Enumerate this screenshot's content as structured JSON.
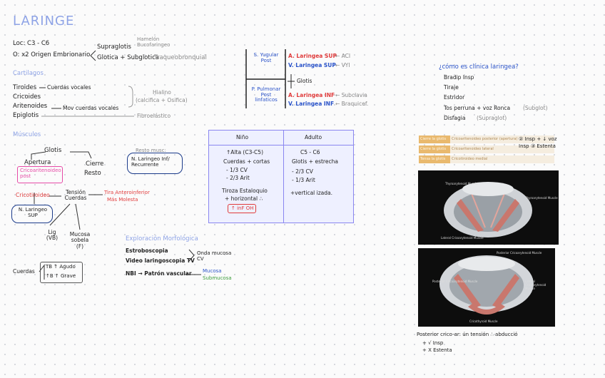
{
  "title": "LARINGE",
  "loc": "Loc: C3 - C6",
  "origen": "O: x2 Origen Embrionario",
  "origen_sup": "Supraglotis",
  "origen_sup_note": "Hamelón Bucofaringeo",
  "origen_inf": "Glotica + Subglotica",
  "origen_inf_note": "Traqueobronquial",
  "cartilagos": {
    "heading": "Cartilagos",
    "items": [
      "Tiroides",
      "Cricoides",
      "Aritenoides",
      "Epiglotis"
    ],
    "tiroides_note": "Cuerdas vocales",
    "aritenoides_note": "Mov cuerdas vocales",
    "hialino": "Hialino",
    "hialino_note": "(calcifica + Osifica)",
    "fibroelastico": "Fibroelástico"
  },
  "musculos": {
    "heading": "Músculos",
    "glotis": "Glotis",
    "apertura": "Apertura",
    "cricoaritenoideo": "Cricoaritenoideo post",
    "cierre": "Cierre",
    "resto": "Resto",
    "tension": "Tensión Cuerdas",
    "cricotiroideo": "Cricotiroideo",
    "tira_note_1": "Tira Anteroinferior",
    "tira_note_2": "Más Molesta",
    "laringeo_sup": "N. Laringeo SUP",
    "resto_musc": "Resto musc:",
    "laringeo_inf": "N. Laringeo Inf/ Recurrente",
    "lig": "Lig (VB)",
    "mucosa": "Mucosa sobela (F)",
    "cuerdas": "Cuerdas",
    "tb_agudo": "TB ↑ Agudo",
    "tb_grave": "↑B ↑ Grave"
  },
  "vascular": {
    "left_top": "S. Yugular Post",
    "left_bottom": "P. Pulmonar Post linfaticos",
    "a_sup": "A. Laringea SUP",
    "a_sup_src": "← ACI",
    "v_sup": "V. Laringea SUP",
    "v_sup_src": "← VYI",
    "glotis": "Glotis",
    "a_inf": "A. Laringea INF",
    "a_inf_src": "← Subclavia",
    "v_inf": "V. Laringea INF",
    "v_inf_src": "← Braquicef."
  },
  "table": {
    "col1": "Niño",
    "col2": "Adulto",
    "nino_rows": [
      "↑Alta (C3-C5)",
      "Cuerdas + cortas",
      "- 1/3 CV",
      "- 2/3 Arit",
      "Tiroza Estaloquio",
      "+ horizontal ∴"
    ],
    "nino_badge": "↑ inF OH",
    "adulto_rows": [
      "C5 - C6",
      "Glotis + estrecha",
      "- 2/3 CV",
      "- 1/3 Arit",
      "+vertical izada."
    ]
  },
  "exploracion": {
    "heading": "Exploración Morfológica",
    "items": [
      "Estroboscopia",
      "Video laringoscopia TV",
      "NBI → Patrón vascular"
    ],
    "onda": "Onda mucosa CV",
    "mucosa": "Mucosa",
    "submucosa": "Submucosa"
  },
  "sintomas": {
    "question": "¿cómo es clínica laringea?",
    "items": [
      "Bradip Insp",
      "Tiraje",
      "Estridor",
      "Tos perruna + voz Ronca",
      "Disfagia"
    ],
    "tos_note": "(Subglot)",
    "disfagia_note": "(Supraglot)"
  },
  "figure_note": {
    "line1": "② Insp + ↓ voz",
    "line2": "Insp ③ Estenta"
  },
  "strip_rows": [
    {
      "label": "Cierre la glotis",
      "text": "Cricoaritenoideo posterior (apertura)"
    },
    {
      "label": "Cierre la glotis",
      "text": "Cricoaritenoideo lateral"
    },
    {
      "label": "Tensa la glotis",
      "text": "Cricotiroideo medial"
    }
  ],
  "photo_captions": {
    "p1_a": "Thyroarytenoid Muscle",
    "p1_b": "Thyroarytenoid Muscle",
    "p1_c": "Lateral Cricoarytenoid Muscle",
    "p2_a": "Posterior Cricoarytenoid Muscle",
    "p2_b": "Posterior Cricoarytenoid Muscle",
    "p2_c": "Lateral Cricoarytenoid Muscle",
    "p2_d": "Cricothyroid Muscle"
  },
  "posterior_note": {
    "title": "Posterior crico-ar: ún tensión ∴ abducció",
    "items": [
      "+ √ Insp",
      "+ X Estenta"
    ]
  },
  "colors": {
    "accent_blue": "#2a53c9",
    "light_blue": "#8ea3e6",
    "red": "#e03b3b",
    "table_border": "#8a86f0",
    "pink_box": "#e64aa6"
  }
}
